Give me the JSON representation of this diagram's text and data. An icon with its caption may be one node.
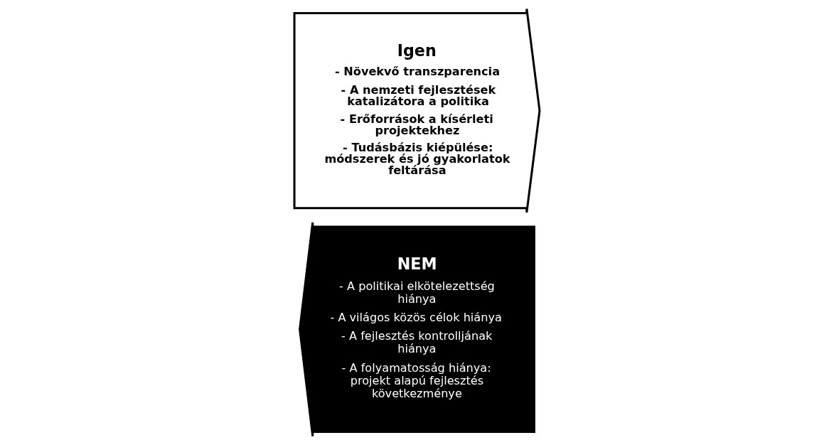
{
  "diagram": {
    "nodes": [
      {
        "text": [
          "Igen",
          "- Növekvő transzparencia",
          "- A nemzeti fejlesztések katalizátora a politika",
          "- Erőforrások a kísérleti projektekhez",
          "- Tudásbázis kiépülése: módszerek és jó gyakorlatok feltárása"
        ]
      },
      {
        "text": [
          "NEM",
          "- A politikai elkötelezettség hiánya",
          "- A világos közös célok hiánya",
          "- A fejlesztés kontrolljának hiánya",
          "- A folyamatosság hiánya: projekt alapú fejlesztés következménye"
        ]
      }
    ]
  }
}
